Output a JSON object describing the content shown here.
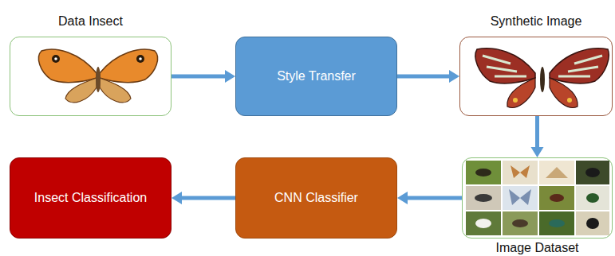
{
  "diagram": {
    "nodes": [
      {
        "text": [
          "Data Insect"
        ]
      },
      {
        "text": [
          "Style Transfer"
        ]
      },
      {
        "text": [
          "Synthetic Image"
        ]
      },
      {
        "text": [
          "Insect Classification"
        ]
      },
      {
        "text": [
          "CNN Classifier"
        ]
      },
      {
        "text": [
          "Image Dataset"
        ]
      }
    ],
    "edges": [
      {
        "from": 0,
        "to": 1,
        "arrow": "to"
      },
      {
        "from": 1,
        "to": 2,
        "arrow": "to"
      },
      {
        "from": 2,
        "to": 5,
        "arrow": "to"
      },
      {
        "from": 5,
        "to": 4,
        "arrow": "to"
      },
      {
        "from": 4,
        "to": 3,
        "arrow": "to"
      }
    ]
  }
}
